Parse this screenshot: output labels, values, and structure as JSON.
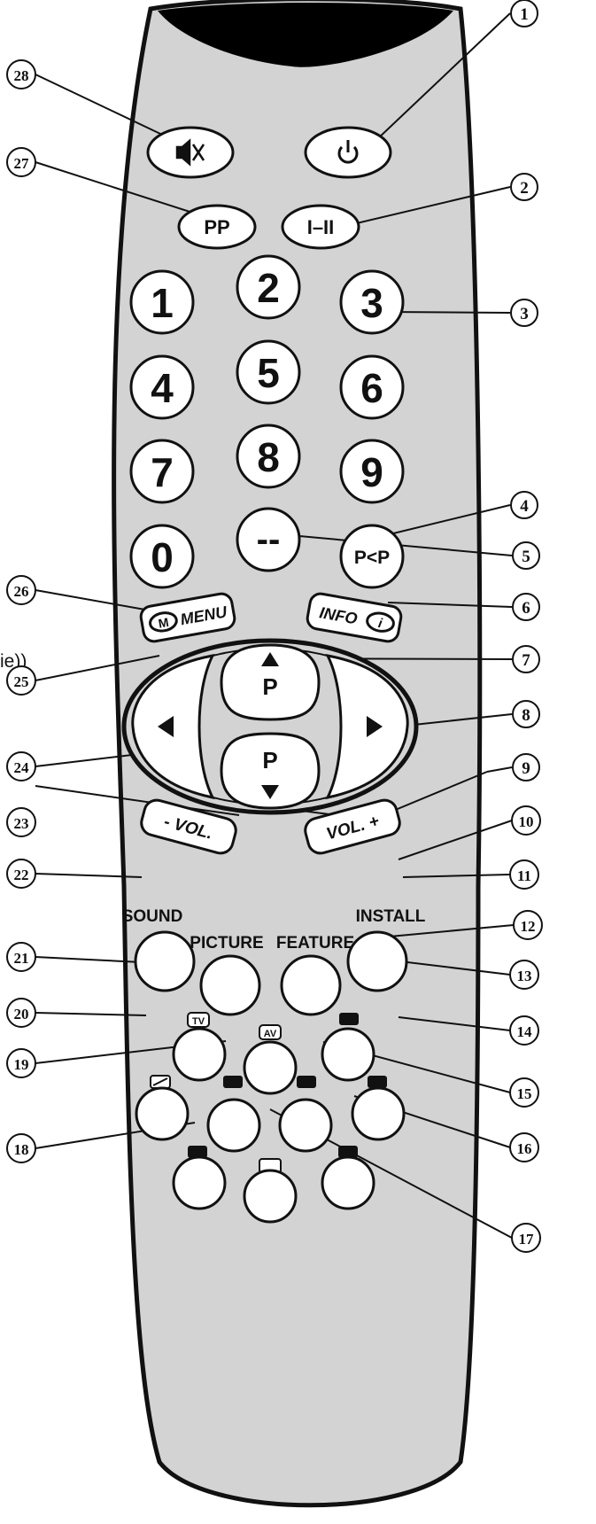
{
  "edge_fragment": "ie))",
  "labels": {
    "sound": "SOUND",
    "picture": "PICTURE",
    "feature": "FEATURE",
    "install": "INSTALL"
  },
  "buttons": {
    "mute": {
      "icon": "mute-icon"
    },
    "power": {
      "icon": "power-icon"
    },
    "pp": {
      "label": "PP"
    },
    "mono_stereo": {
      "label": "I–II"
    },
    "digits": [
      "1",
      "2",
      "3",
      "4",
      "5",
      "6",
      "7",
      "8",
      "9",
      "0",
      "--"
    ],
    "pap": {
      "label": "P<P"
    },
    "menu": {
      "label": "MENU",
      "badge": "M"
    },
    "info": {
      "label": "INFO",
      "badge": "i"
    },
    "prog_up": {
      "label": "P"
    },
    "prog_down": {
      "label": "P"
    },
    "vol_minus": {
      "label": "- VOL."
    },
    "vol_plus": {
      "label": "VOL. +"
    },
    "tv": {
      "badge": "TV"
    },
    "av": {
      "badge": "AV"
    }
  },
  "callouts": [
    "1",
    "2",
    "3",
    "4",
    "5",
    "6",
    "7",
    "8",
    "9",
    "10",
    "11",
    "12",
    "13",
    "14",
    "15",
    "16",
    "17",
    "18",
    "19",
    "20",
    "21",
    "22",
    "23",
    "24",
    "25",
    "26",
    "27",
    "28"
  ]
}
